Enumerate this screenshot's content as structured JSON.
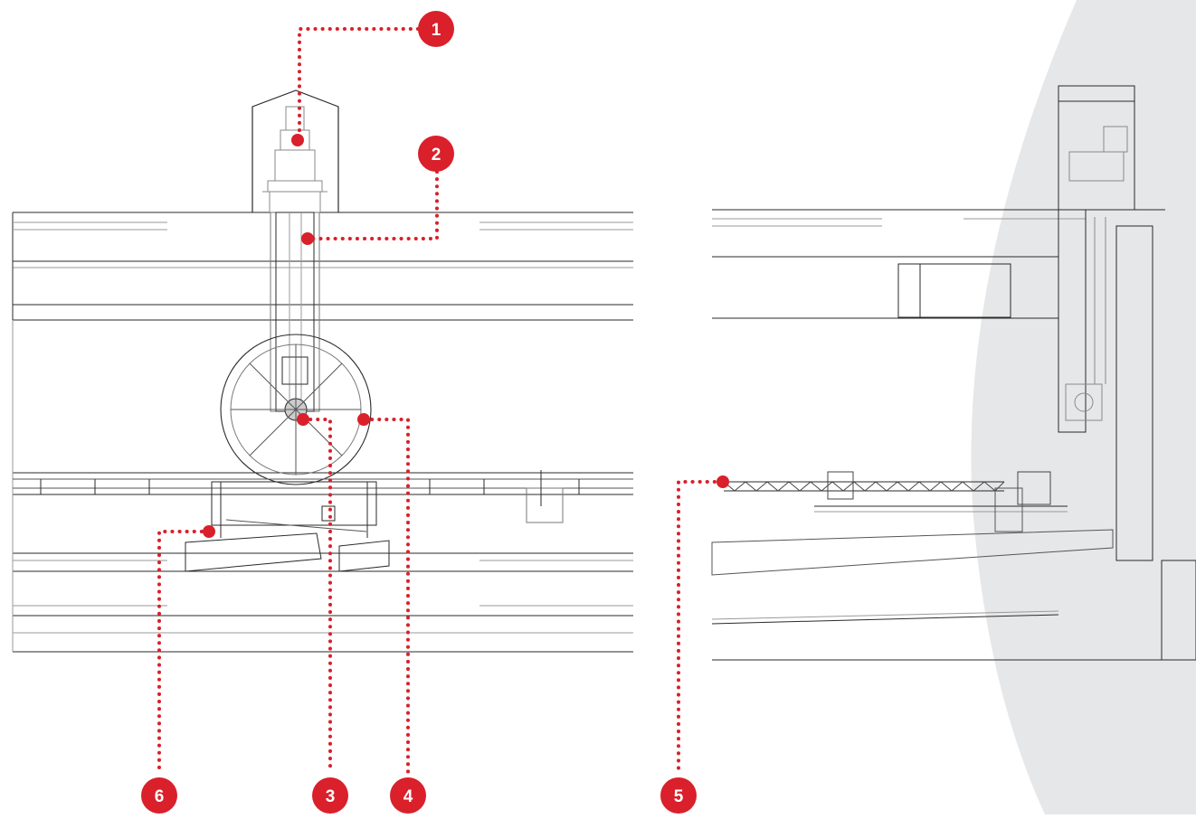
{
  "callouts": [
    {
      "id": "1",
      "label": "1"
    },
    {
      "id": "2",
      "label": "2"
    },
    {
      "id": "3",
      "label": "3"
    },
    {
      "id": "4",
      "label": "4"
    },
    {
      "id": "5",
      "label": "5"
    },
    {
      "id": "6",
      "label": "6"
    }
  ],
  "colors": {
    "callout": "#d9202b",
    "line": "#2a2a2a",
    "light_line": "#9a9a9a",
    "backdrop": "#e6e7e8"
  }
}
